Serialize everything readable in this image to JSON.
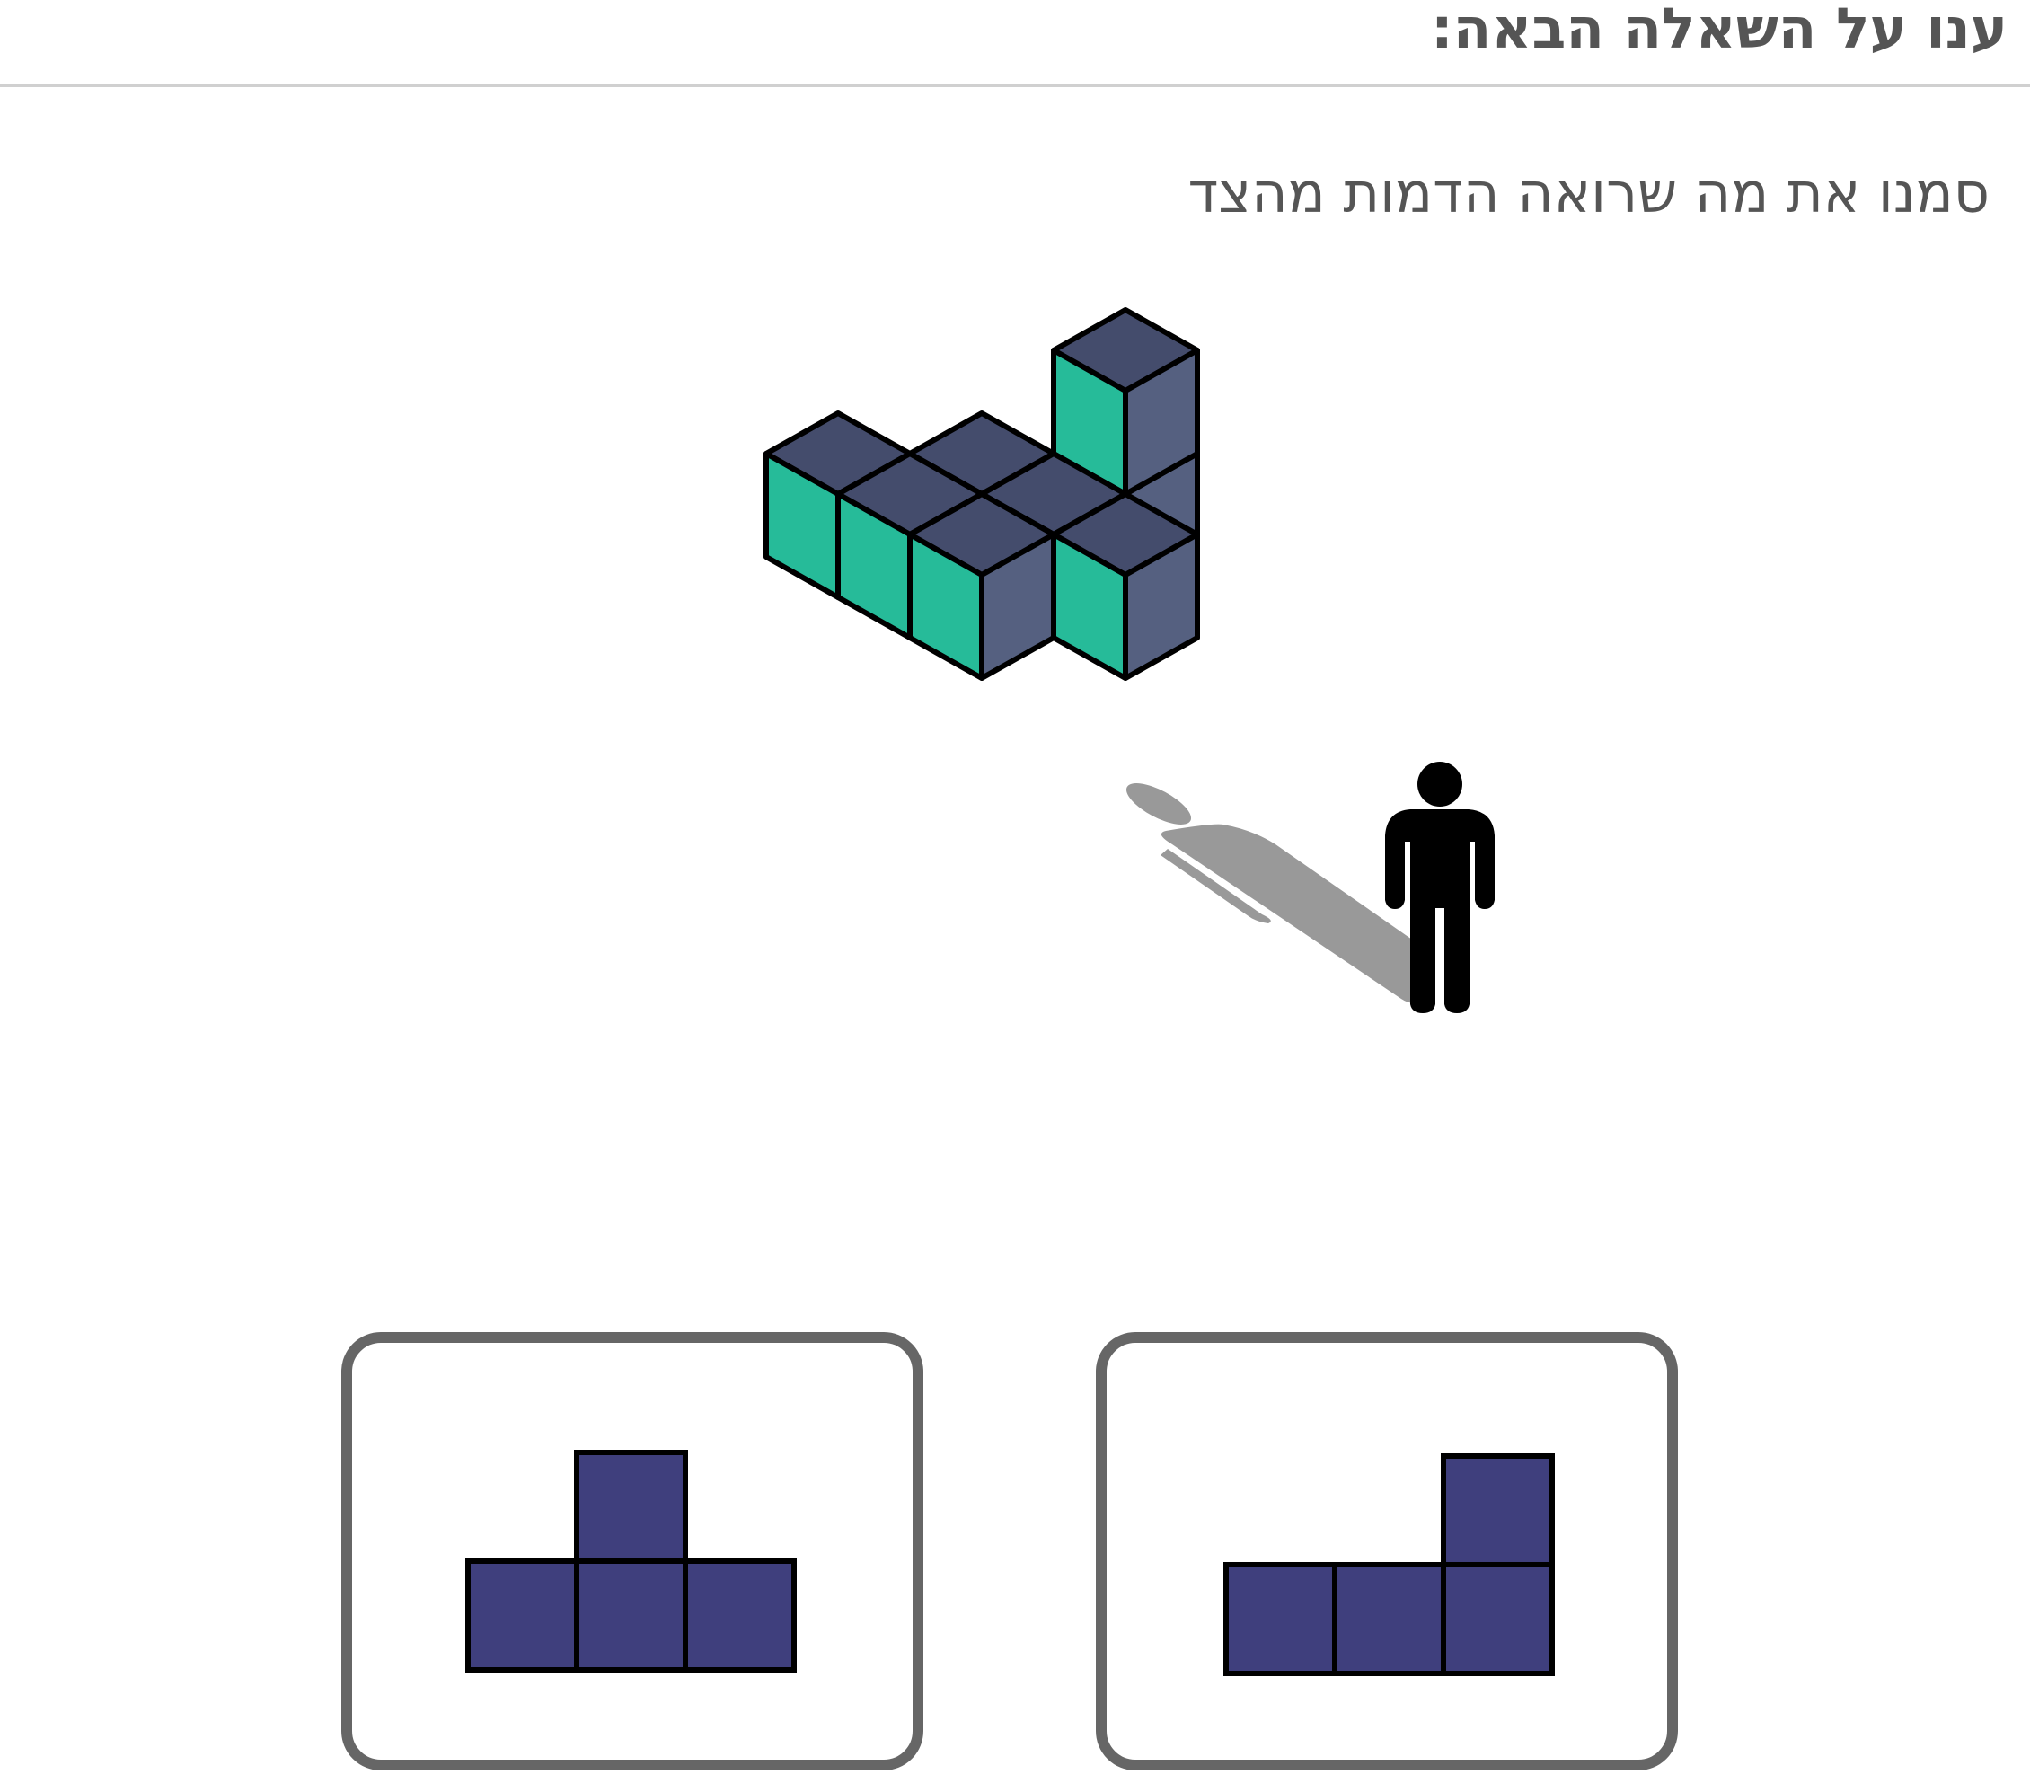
{
  "header": {
    "title": "ענו על השאלה הבאה:"
  },
  "question": {
    "text": "סמנו את מה שרואה הדמות מהצד"
  },
  "figure": {
    "icon": "isometric-cube-structure",
    "colors": {
      "left_face": "#26bb99",
      "top_face": "#444c6c",
      "right_face": "#556080",
      "edge": "#000000"
    },
    "cubes": [
      {
        "i": 2,
        "j": 2,
        "k": 0
      },
      {
        "i": 2,
        "j": 2,
        "k": 1
      },
      {
        "i": 1,
        "j": 1,
        "k": 0
      },
      {
        "i": 0,
        "j": 0,
        "k": 0
      },
      {
        "i": 2,
        "j": 1,
        "k": 0
      },
      {
        "i": 1,
        "j": 0,
        "k": 0
      },
      {
        "i": 3,
        "j": 1,
        "k": 0
      },
      {
        "i": 2,
        "j": 0,
        "k": 0
      }
    ]
  },
  "observer": {
    "icon": "person-icon",
    "shadow_color": "#999999"
  },
  "answers": [
    {
      "label": "option-t-shape",
      "color": "#3f3f7d",
      "cells": [
        [
          1,
          0
        ],
        [
          0,
          1
        ],
        [
          1,
          1
        ],
        [
          2,
          1
        ]
      ]
    },
    {
      "label": "option-l-shape",
      "color": "#3f3f7d",
      "cells": [
        [
          2,
          0
        ],
        [
          0,
          1
        ],
        [
          1,
          1
        ],
        [
          2,
          1
        ]
      ]
    }
  ]
}
